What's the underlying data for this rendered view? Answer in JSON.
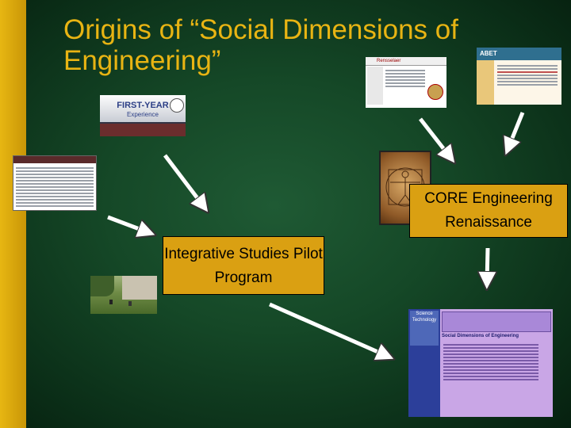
{
  "slide": {
    "title": "Origins of “Social Dimensions of Engineering”",
    "colors": {
      "background": "#154827",
      "accent_bar": "#e0b010",
      "title": "#e8b413",
      "box_fill": "#daa012"
    }
  },
  "boxes": {
    "core": "CORE Engineering Renaissance",
    "integrative": "Integrative Studies Pilot Program"
  },
  "thumbnails": {
    "first_year": {
      "banner": "FIRST-YEAR",
      "sub": "Experience"
    },
    "rpi": {
      "brand": "Rensselaer"
    },
    "abet": {
      "brand": "ABET"
    },
    "course": {
      "heading": "Social Dimensions of Engineering",
      "side": "Science Technology"
    }
  }
}
